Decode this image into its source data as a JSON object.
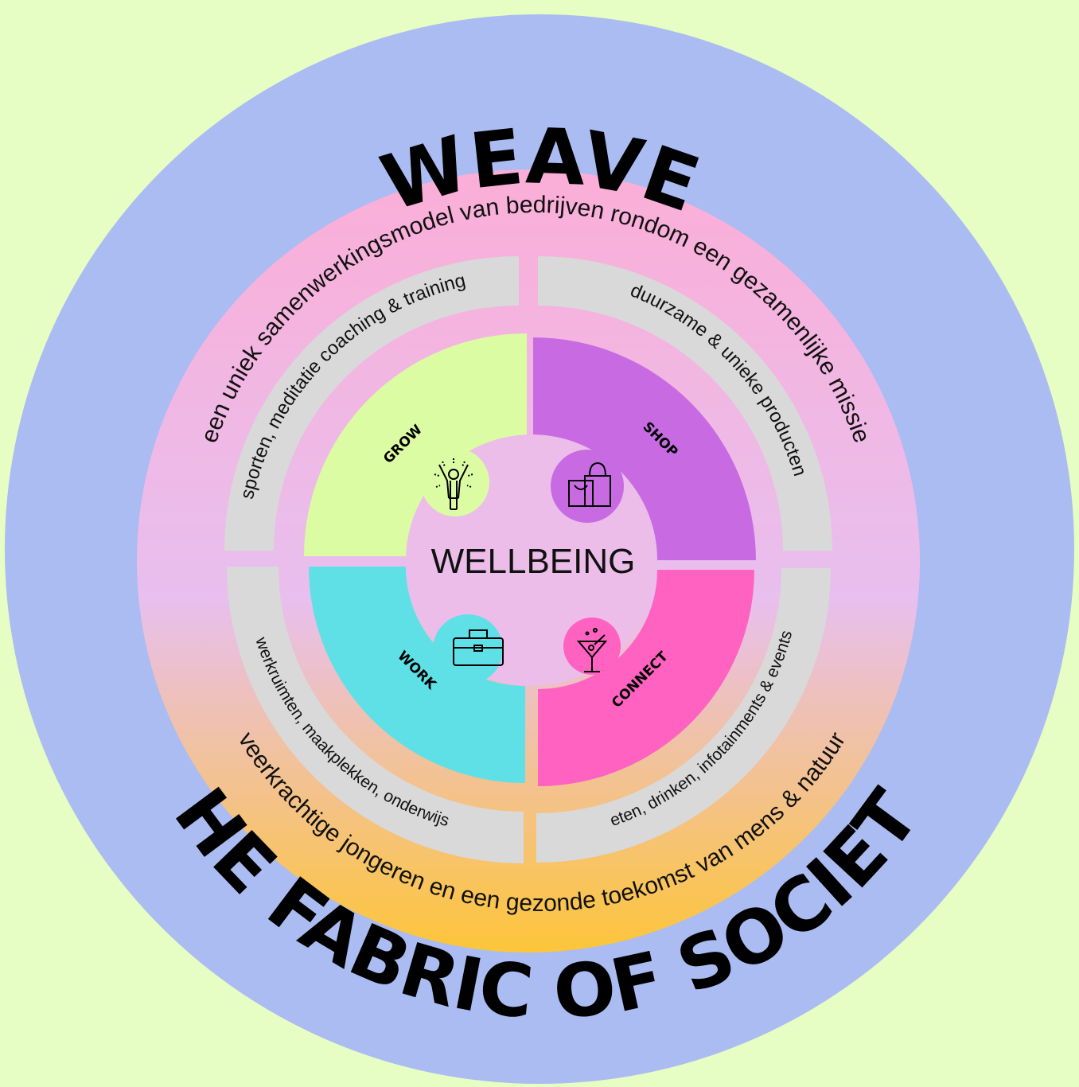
{
  "title_top": "WEAVE",
  "title_bottom": "THE FABRIC OF SOCIETY",
  "mission_top": "een uniek samenwerkingsmodel van bedrijven rondom een gezamenlijke missie",
  "mission_bottom": "veerkrachtige jongeren en een gezonde toekomst van mens & natuur",
  "center_label": "WELLBEING",
  "quadrants": {
    "grow": {
      "label": "GROW",
      "description": "sporten, meditatie coaching & training",
      "icon": "person-cheering-icon",
      "color": "#dcfca4"
    },
    "shop": {
      "label": "SHOP",
      "description": "duurzame & unieke producten",
      "icon": "shopping-bags-icon",
      "color": "#c86be3"
    },
    "work": {
      "label": "WORK",
      "description": "werkruimten, maakplekken, onderwijs",
      "icon": "briefcase-icon",
      "color": "#5fe0e6"
    },
    "connect": {
      "label": "CONNECT",
      "description": "eten, drinken, infotainments & events",
      "icon": "cocktail-glass-icon",
      "color": "#ff62c1"
    }
  },
  "colors": {
    "background": "#e6fdc4",
    "outer_ring": "#aabcf2",
    "gradient_top": "#fbaed7",
    "gradient_mid": "#e8bfee",
    "gradient_bottom": "#fdc539",
    "gray_band": "#d9d9d9",
    "center": "#ecbde9"
  }
}
